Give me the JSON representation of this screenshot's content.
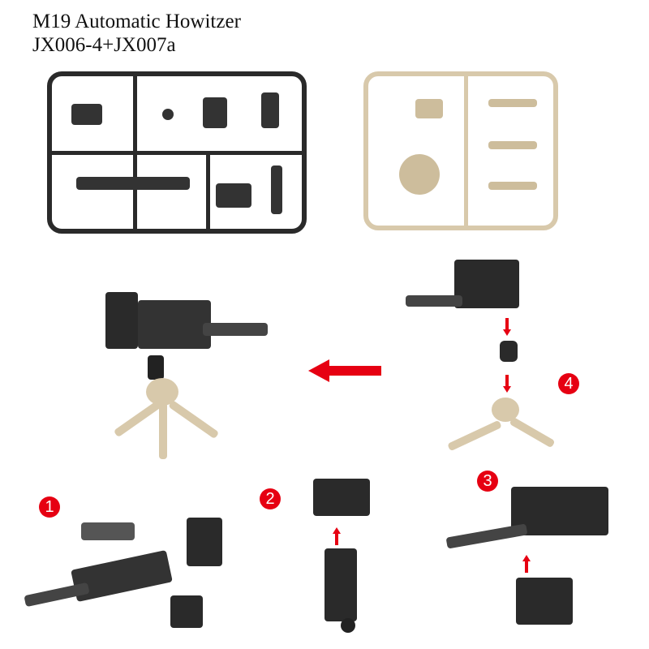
{
  "title": {
    "line1": "M19 Automatic Howitzer",
    "line2": "JX006-4+JX007a"
  },
  "colors": {
    "accent_red": "#e60012",
    "part_black": "#2a2a2a",
    "part_tan": "#d8c9ab"
  },
  "steps": [
    {
      "number": "1"
    },
    {
      "number": "2"
    },
    {
      "number": "3"
    },
    {
      "number": "4"
    }
  ],
  "icons": {
    "assembly_arrow": "arrow-left-icon",
    "step_arrow": "arrow-up-icon"
  }
}
